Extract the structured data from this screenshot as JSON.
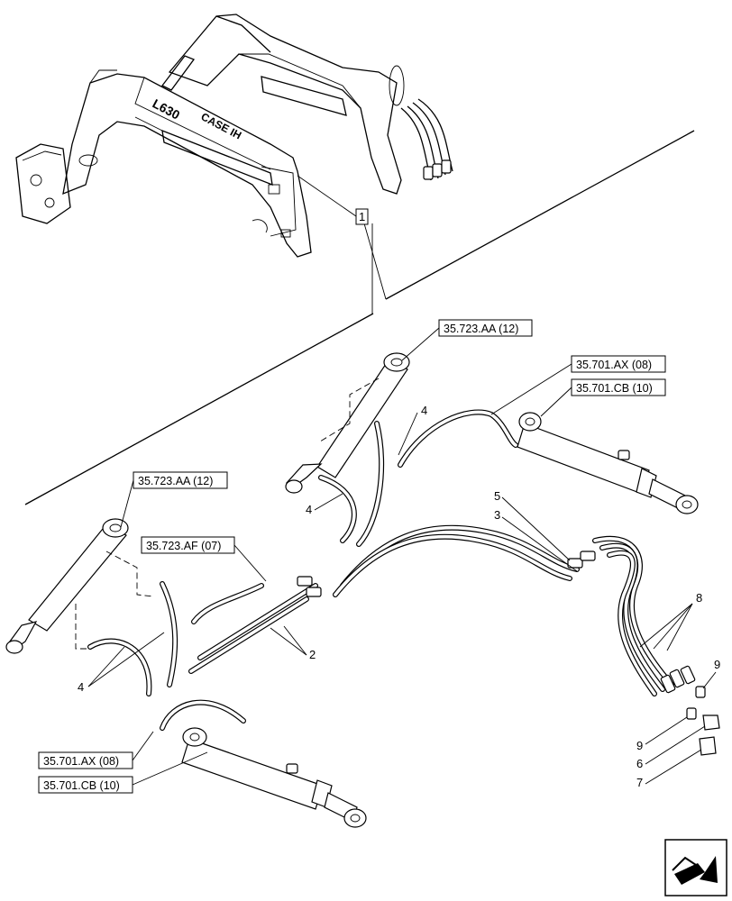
{
  "loader": {
    "model_mark": "L630",
    "brand_mark": "CASE IH"
  },
  "callout_box": {
    "label": "1"
  },
  "references": [
    "35.723.AA (12)",
    "35.701.AX (08)",
    "35.701.CB (10)",
    "35.723.AA (12)",
    "35.723.AF (07)",
    "35.701.AX (08)",
    "35.701.CB (10)"
  ],
  "item_numbers": [
    "4",
    "5",
    "3",
    "4",
    "8",
    "2",
    "4",
    "9",
    "9",
    "6",
    "7"
  ],
  "nav_icon": "next-page-arrow-icon"
}
